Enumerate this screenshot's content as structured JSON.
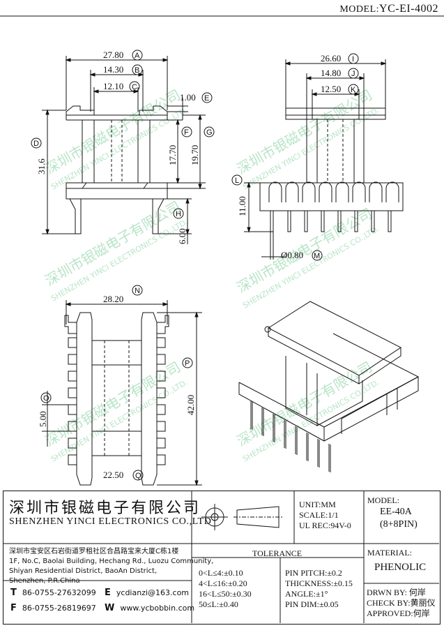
{
  "header": {
    "model_label": "MODEL:",
    "model_value": "YC-EI-4002"
  },
  "dimensions": {
    "A": {
      "value": "27.80",
      "letter": "A"
    },
    "B": {
      "value": "14.30",
      "letter": "B"
    },
    "C": {
      "value": "12.10",
      "letter": "C"
    },
    "D": {
      "value": "31.6",
      "letter": "D"
    },
    "E": {
      "value": "1.00",
      "letter": "E"
    },
    "F": {
      "value": "17.70",
      "letter": "F"
    },
    "G": {
      "value": "19.70",
      "letter": "G"
    },
    "H": {
      "value": "6.00",
      "letter": "H"
    },
    "I": {
      "value": "26.60",
      "letter": "I"
    },
    "J": {
      "value": "14.80",
      "letter": "J"
    },
    "K": {
      "value": "12.50",
      "letter": "K"
    },
    "L": {
      "value": "11.00",
      "letter": "L"
    },
    "M": {
      "value": "Ø0.80",
      "letter": "M"
    },
    "N": {
      "value": "28.20",
      "letter": "N"
    },
    "O": {
      "value": "5.00",
      "letter": "O"
    },
    "P": {
      "value": "42.00",
      "letter": "P"
    },
    "Q": {
      "value": "22.50",
      "letter": "Q"
    }
  },
  "watermark": {
    "cn": "深圳市银磁电子有限公司",
    "en": "SHENZHEN YINCI ELECTRONICS CO.,LTD."
  },
  "titleblock": {
    "company_cn": "深圳市银磁电子有限公司",
    "company_en": "SHENZHEN YINCI ELECTRONICS CO.,LTD",
    "address": [
      "深圳市宝安区石岩街道罗租社区合昌路宝来大厦C栋1楼",
      "1F, No.C, Baolai Building, Hechang Rd., Luozu Community,",
      "Shiyan Residential District, BaoAn District,",
      "Shenzhen, P.R.China"
    ],
    "tel_label": "T",
    "tel": "86-0755-27632099",
    "fax_label": "F",
    "fax": "86-0755-26819697",
    "email_label": "E",
    "email": "ycdianzi@163.com",
    "web_label": "W",
    "web": "www.ycbobbin.com",
    "unit": "UNIT:MM",
    "scale": "SCALE:1/1",
    "ul_rec": "UL REC:94V-0",
    "model_label": "MODEL:",
    "model_value": "EE-40A",
    "model_pins": "(8+8PIN)",
    "tolerance_title": "TOLERANCE",
    "tolerance_left": [
      "0<L≤4:±0.10",
      "4<L≤16:±0.20",
      "16<L≤50:±0.30",
      "50≤L:±0.40"
    ],
    "tolerance_right": [
      "PIN PITCH:±0.2",
      "THICKNESS:±0.15",
      "ANGLE:±1°",
      "PIN DIM:±0.05"
    ],
    "material_label": "MATERIAL:",
    "material_value": "PHENOLIC",
    "drawn_by_label": "DRWN BY:",
    "drawn_by": "何岸",
    "check_by_label": "CHECK BY:",
    "check_by": "黄丽仪",
    "approved_label": "APPROVED:",
    "approved_by": "何岸"
  }
}
